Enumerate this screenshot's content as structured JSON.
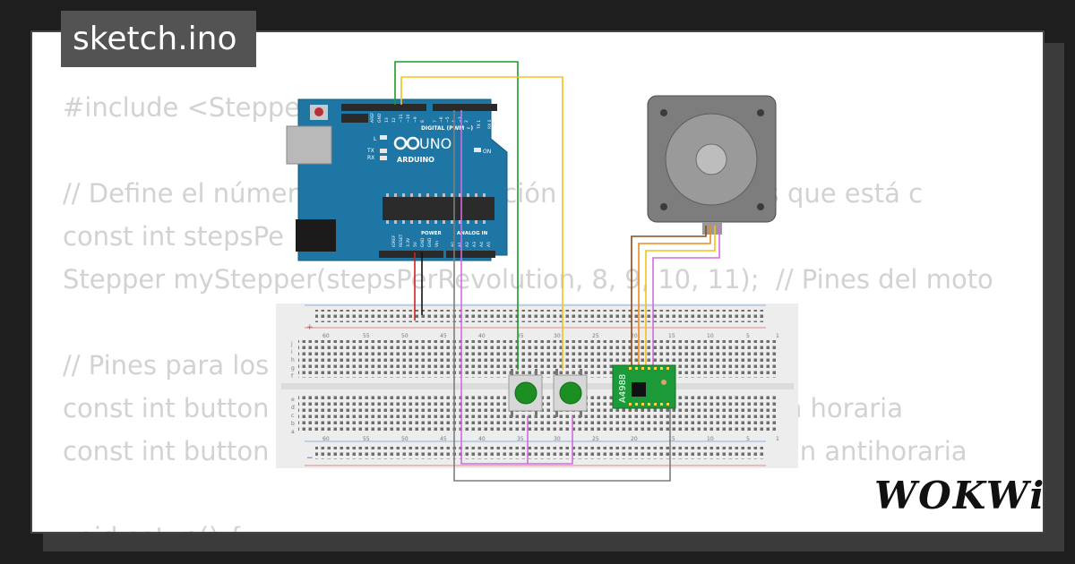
{
  "badge": {
    "title": "sketch.ino"
  },
  "code_lines": [
    "#include <Stepper",
    "",
    "// Define el númer               revolución               es a los que está c",
    "const int stepsPe                      00;",
    "Stepper myStepper(stepsPerRevolution, 8, 9, 10, 11);  // Pines del moto",
    "",
    "// Pines para los",
    "const int button                                                          ción horaria",
    "const int button                                                          cción antihoraria",
    "",
    "void setup() {"
  ],
  "arduino": {
    "brand": "ARDUINO",
    "model": "UNO",
    "digital_header": "DIGITAL (PWM ~)",
    "power_label": "POWER",
    "analog_label": "ANALOG IN",
    "on_label": "ON",
    "l_label": "L",
    "tx_label": "TX",
    "rx_label": "RX",
    "pin_labels_top": [
      "AREF",
      "GND",
      "13",
      "12",
      "~11",
      "~10",
      "~9",
      "8",
      "7",
      "~6",
      "~5",
      "4",
      "~3",
      "2",
      "TX 1",
      "RX 0"
    ],
    "pin_labels_bottom": [
      "IOREF",
      "RESET",
      "3.3V",
      "5V",
      "GND",
      "GND",
      "Vin",
      "A0",
      "A1",
      "A2",
      "A3",
      "A4",
      "A5"
    ]
  },
  "driver": {
    "label": "A4988"
  },
  "breadboard": {
    "column_numbers": [
      "60",
      "55",
      "50",
      "45",
      "40",
      "35",
      "30",
      "25",
      "20",
      "15",
      "10",
      "5",
      "1"
    ],
    "row_letters_lower": [
      "j",
      "i",
      "h",
      "g",
      "f"
    ],
    "row_letters_upper": [
      "e",
      "d",
      "c",
      "b",
      "a"
    ]
  },
  "wire_colors": {
    "green": "#1f9a2a",
    "yellow": "#f2c21b",
    "violet": "#d36be0",
    "gray": "#7d7d7d",
    "red": "#d42020",
    "black": "#111111",
    "brown": "#8b4a1c",
    "orange": "#f08a1a"
  },
  "logo": {
    "text": "WOKWi"
  }
}
